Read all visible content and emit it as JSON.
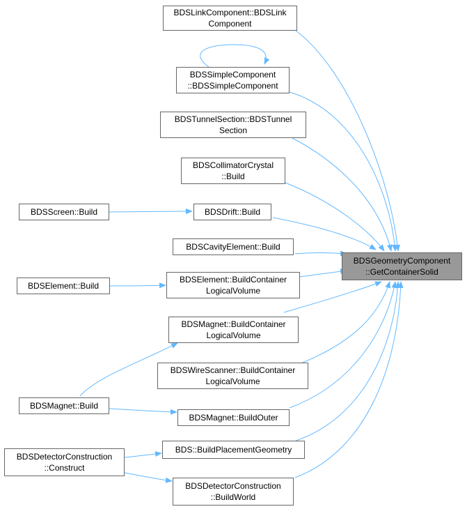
{
  "colors": {
    "edge": "#63b8ff",
    "node_border": "#666666",
    "node_fill": "#ffffff",
    "target_fill": "#999999"
  },
  "nodes": {
    "target": [
      "BDSGeometryComponent",
      "::GetContainerSolid"
    ],
    "link": [
      "BDSLinkComponent::BDSLink",
      "Component"
    ],
    "simple": [
      "BDSSimpleComponent",
      "::BDSSimpleComponent"
    ],
    "tunnel": [
      "BDSTunnelSection::BDSTunnel",
      "Section"
    ],
    "collimator": [
      "BDSCollimatorCrystal",
      "::Build"
    ],
    "screen": [
      "BDSScreen::Build"
    ],
    "drift": [
      "BDSDrift::Build"
    ],
    "cavity": [
      "BDSCavityElement::Build"
    ],
    "element": [
      "BDSElement::Build"
    ],
    "element_bclv": [
      "BDSElement::BuildContainer",
      "LogicalVolume"
    ],
    "magnet_bclv": [
      "BDSMagnet::BuildContainer",
      "LogicalVolume"
    ],
    "wire": [
      "BDSWireScanner::BuildContainer",
      "LogicalVolume"
    ],
    "magnet_build": [
      "BDSMagnet::Build"
    ],
    "magnet_outer": [
      "BDSMagnet::BuildOuter"
    ],
    "detector_construct": [
      "BDSDetectorConstruction",
      "::Construct"
    ],
    "placement": [
      "BDS::BuildPlacementGeometry"
    ],
    "buildworld": [
      "BDSDetectorConstruction",
      "::BuildWorld"
    ]
  }
}
